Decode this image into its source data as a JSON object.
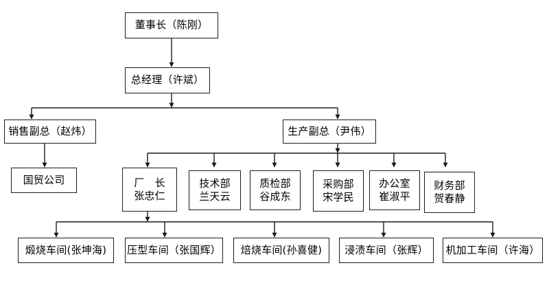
{
  "diagram": {
    "title_text": "",
    "background_color": "#ffffff",
    "line_color": "#1a1a1a",
    "box_border_color": "#1a1a1a",
    "box_fill_color": "#ffffff",
    "text_color": "#000000"
  },
  "nodes": {
    "chairman": {
      "label": "董事长（陈刚）"
    },
    "general_manager": {
      "label": "总经理（许斌）"
    },
    "sales_vp": {
      "label": "销售副总（赵炜）"
    },
    "production_vp": {
      "label": "生产副总（尹伟）"
    },
    "trade_company": {
      "label": "国贸公司"
    },
    "plant_director": {
      "line1": "厂　长",
      "line2": "张忠仁"
    },
    "tech_dept": {
      "line1": "技术部",
      "line2": "兰天云"
    },
    "qc_dept": {
      "line1": "质检部",
      "line2": "谷成东"
    },
    "purchasing_dept": {
      "line1": "采购部",
      "line2": "宋学民"
    },
    "office_dept": {
      "line1": "办公室",
      "line2": "崔淑平"
    },
    "finance_dept": {
      "line1": "财务部",
      "line2": "贺春静"
    },
    "calcining_workshop": {
      "label": "煅烧车间(张坤海)"
    },
    "pressing_workshop": {
      "label": "压型车间（张国辉）"
    },
    "roasting_workshop": {
      "label": "焙烧车间(孙喜健)"
    },
    "impregnation_workshop": {
      "label": "浸渍车间（张辉）"
    },
    "machining_workshop": {
      "label": "机加工车间（许海）"
    }
  }
}
